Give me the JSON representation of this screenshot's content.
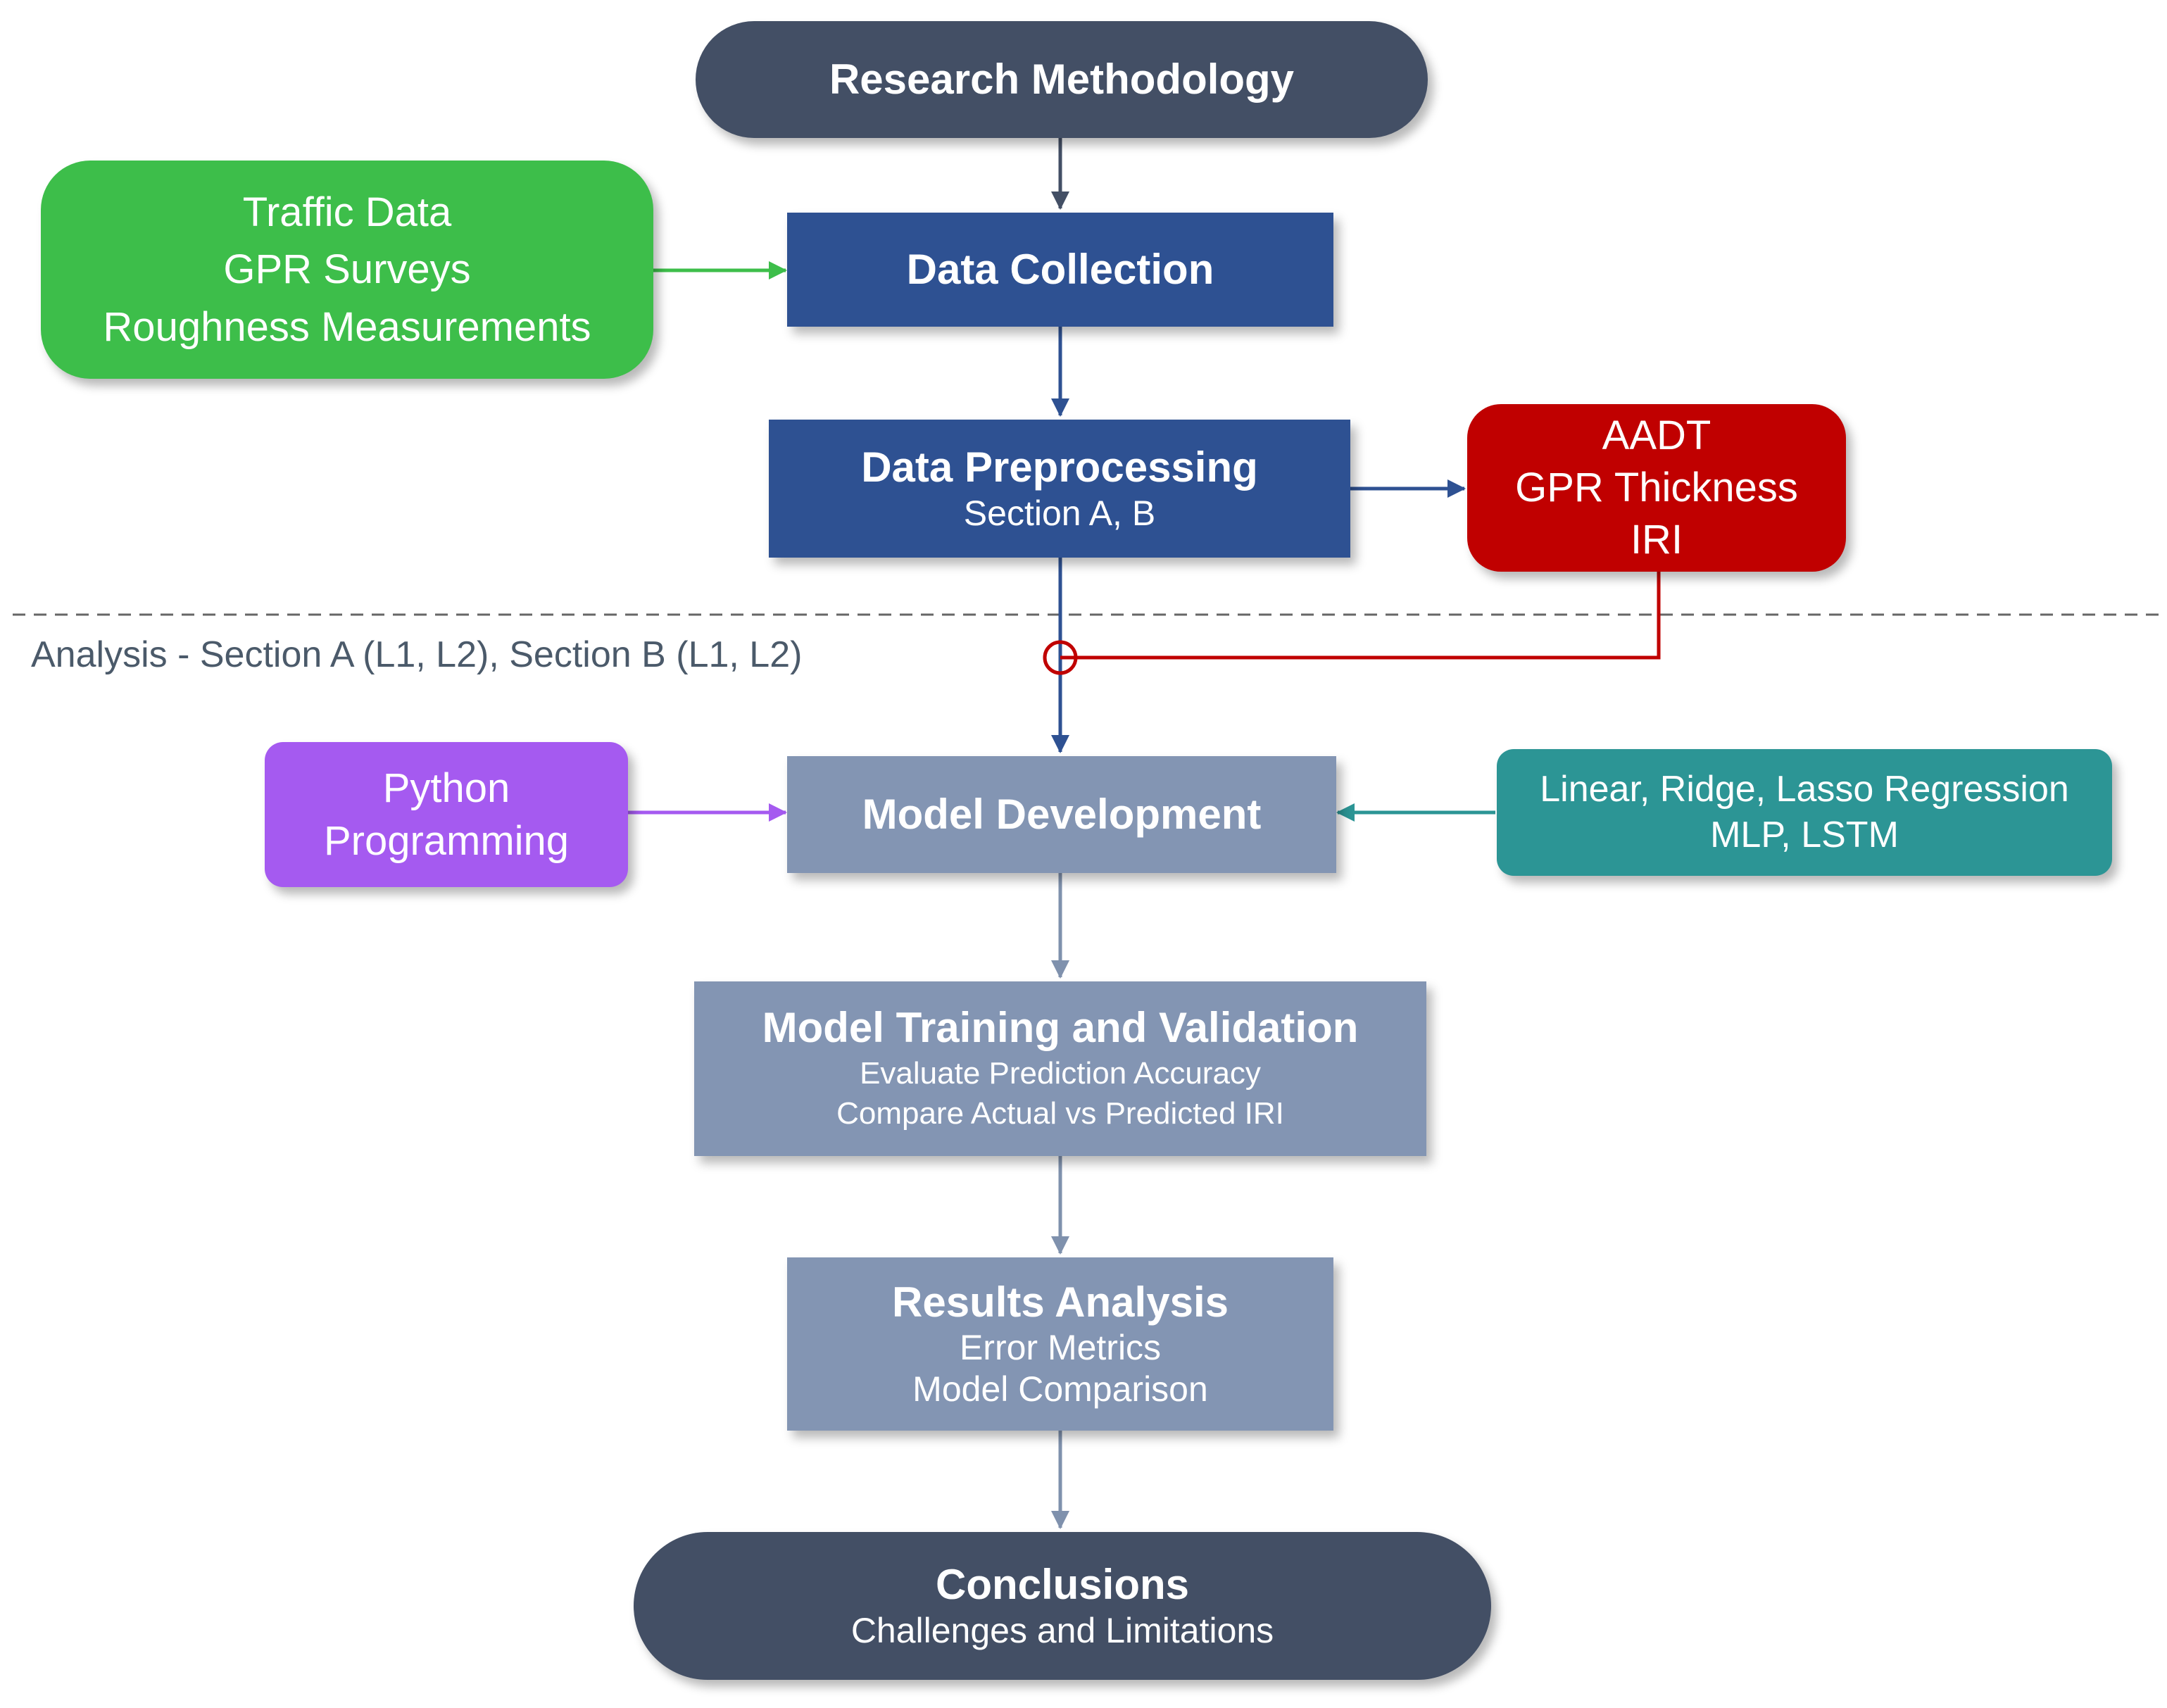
{
  "diagram": {
    "title": "Research Methodology",
    "nodes": {
      "data_collection": {
        "title": "Data Collection"
      },
      "data_preprocessing": {
        "title": "Data Preprocessing",
        "subtitle": "Section A, B"
      },
      "model_development": {
        "title": "Model Development"
      },
      "model_training": {
        "title": "Model Training and Validation",
        "lines": [
          "Evaluate Prediction Accuracy",
          "Compare Actual vs Predicted IRI"
        ]
      },
      "results_analysis": {
        "title": "Results Analysis",
        "lines": [
          "Error Metrics",
          "Model Comparison"
        ]
      },
      "conclusions": {
        "title": "Conclusions",
        "subtitle": "Challenges and Limitations"
      }
    },
    "inputs": {
      "sources": [
        "Traffic Data",
        "GPR Surveys",
        "Roughness Measurements"
      ],
      "variables": [
        "AADT",
        "GPR Thickness",
        "IRI"
      ],
      "tool": [
        "Python",
        "Programming"
      ],
      "models": [
        "Linear, Ridge, Lasso Regression",
        "MLP, LSTM"
      ]
    },
    "section_label": "Analysis - Section A (L1, L2), Section B (L1, L2)",
    "colors": {
      "terminal": "#434f65",
      "process_dark": "#2e5192",
      "process_light": "#8395b3",
      "sources": "#3dbe4a",
      "variables": "#c00000",
      "tool": "#a55af0",
      "models": "#2c9595"
    }
  }
}
